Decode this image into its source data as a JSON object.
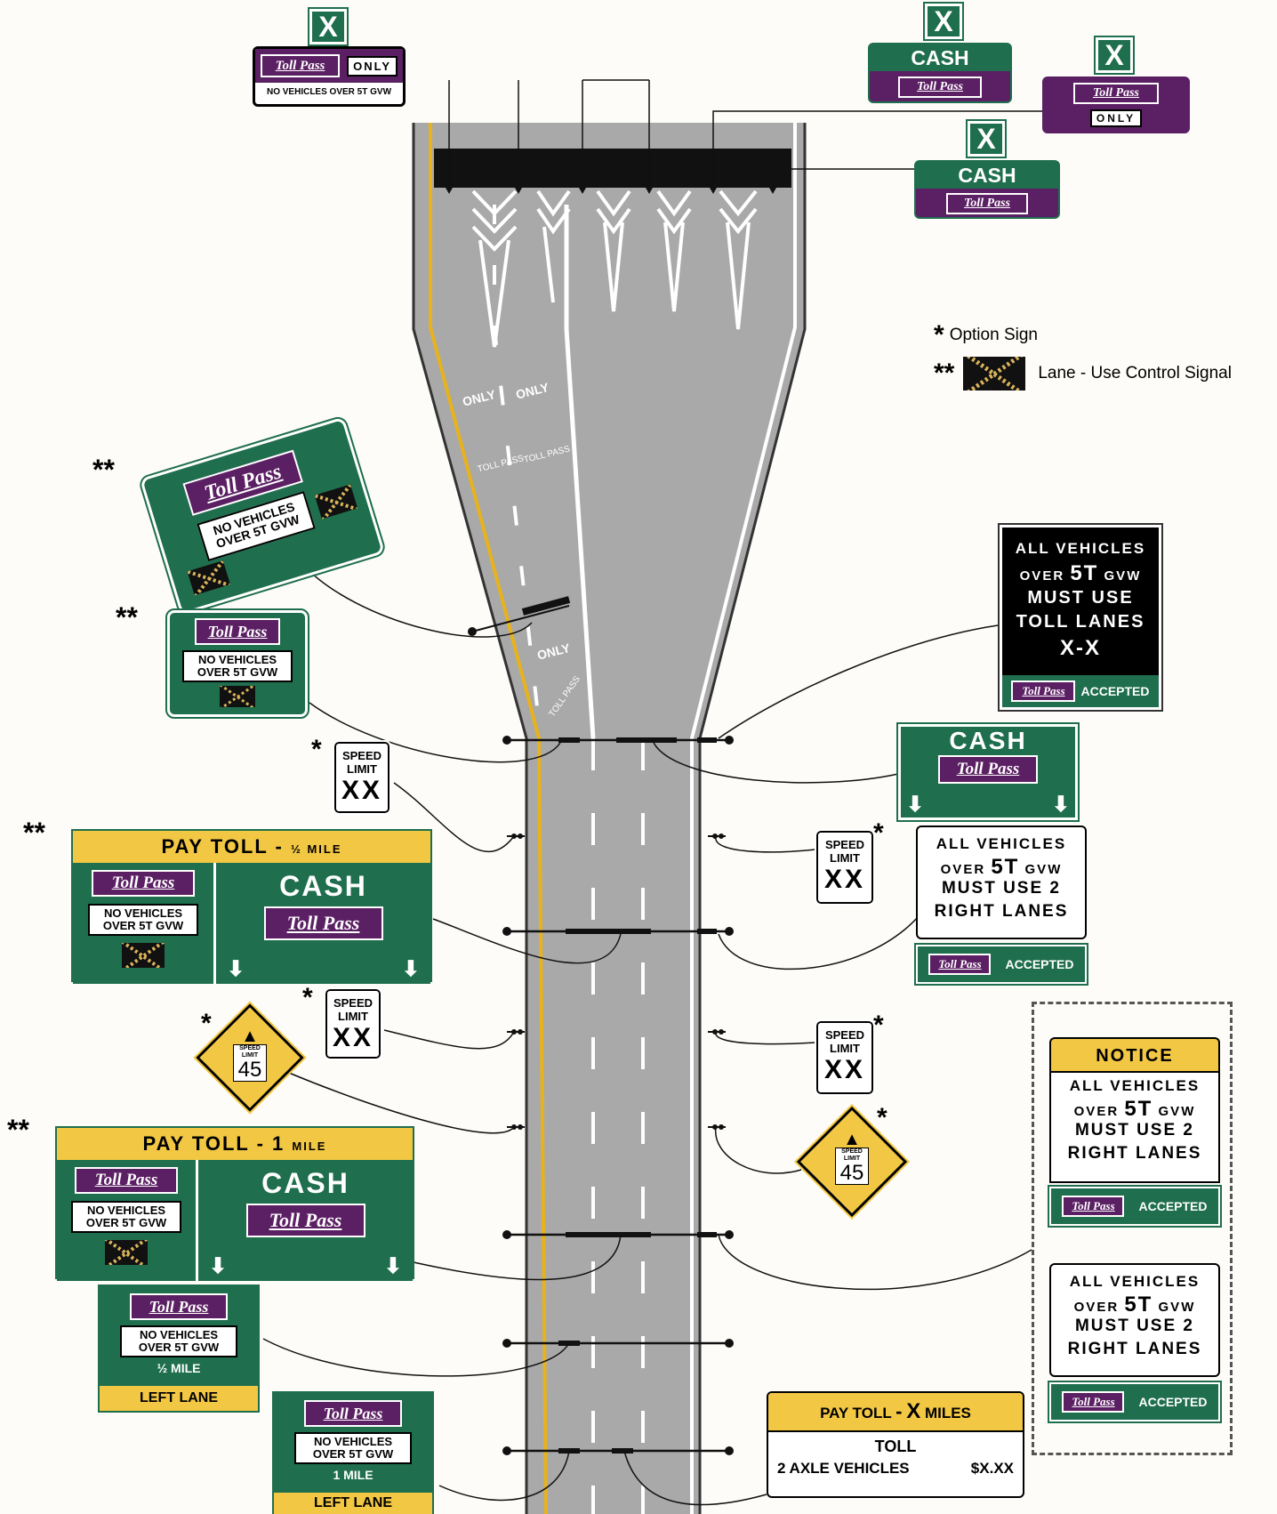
{
  "legend": {
    "option_sign_marker": "*",
    "option_sign_label": "Option Sign",
    "lucs_marker": "**",
    "lucs_label": "Lane - Use Control Signal"
  },
  "common": {
    "lane_x": "X",
    "cash": "CASH",
    "tollpass": "Toll Pass",
    "only": "ONLY",
    "no_vehicles": "NO VEHICLES",
    "over_5t_gvw": "OVER 5T GVW",
    "over": "OVER",
    "five_t": "5T",
    "gvw": "GVW",
    "no_vehicles_over_5t_gvw": "NO VEHICLES OVER 5T GVW",
    "speed": "SPEED",
    "limit": "LIMIT",
    "xx": "XX",
    "speed_limit": "SPEED LIMIT",
    "advisory_speed": "45",
    "accepted": "ACCEPTED",
    "all_vehicles": "ALL VEHICLES",
    "must_use_2": "MUST USE 2",
    "right_lanes": "RIGHT LANES",
    "notice": "NOTICE",
    "half_mile": "½ MILE",
    "one_mile": "1 MILE",
    "left_lane": "LEFT LANE",
    "arrow": "⬇"
  },
  "pavement": {
    "marking_only": "ONLY",
    "marking_tollpass": "TOLL PASS"
  },
  "black_sign": {
    "line1": "ALL VEHICLES",
    "line2_over": "OVER",
    "line2_5t": "5T",
    "line2_gvw": "GVW",
    "line3": "MUST USE",
    "line4": "TOLL LANES",
    "line5": "X-X"
  },
  "pay_toll_half": {
    "label": "PAY TOLL -",
    "dist": "½ MILE"
  },
  "pay_toll_one": {
    "label": "PAY TOLL - 1",
    "dist": "MILE"
  },
  "pay_toll_x": {
    "label": "PAY  TOLL",
    "dash": "-",
    "x": "X",
    "miles": "MILES",
    "toll": "TOLL",
    "class": "2  AXLE VEHICLES",
    "rate": "$X.XX"
  }
}
